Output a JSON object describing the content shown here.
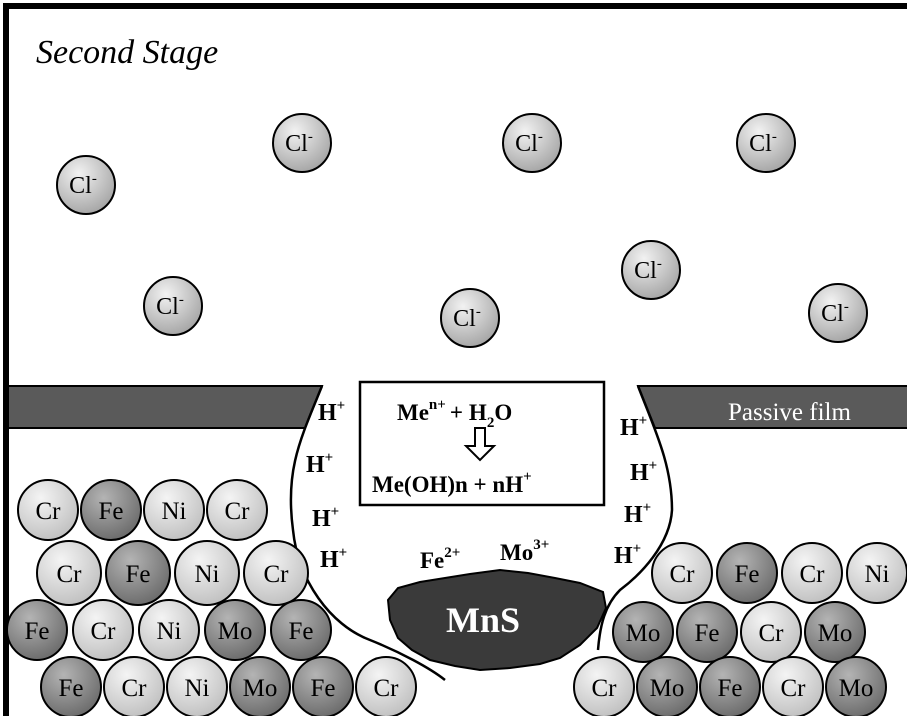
{
  "title": "Second Stage",
  "chloride": {
    "symbol": "Cl",
    "charge": "-"
  },
  "film_label": "Passive film",
  "reaction": {
    "line1": {
      "metal": "Me",
      "charge": "n+",
      "plus": "+",
      "water_h": "H",
      "water_sub": "2",
      "water_o": "O"
    },
    "line2": "Me(OH)n + nH",
    "line2_sup": "+"
  },
  "hydrogen": {
    "symbol": "H",
    "charge": "+"
  },
  "ions": {
    "fe": {
      "symbol": "Fe",
      "charge": "2+"
    },
    "mo": {
      "symbol": "Mo",
      "charge": "3+"
    }
  },
  "inclusion": "MnS",
  "elements": {
    "Cr": "Cr",
    "Fe": "Fe",
    "Ni": "Ni",
    "Mo": "Mo"
  },
  "colors": {
    "film": "#5a5a5a",
    "mns": "#3a3a3a",
    "chloride": "#b8b8b8",
    "cr": "#d4d4d4",
    "ni": "#c8c8c8",
    "fe": "#8c8c8c",
    "mo": "#8c8c8c"
  },
  "metal_rows": {
    "left": [
      [
        "Cr",
        "Fe",
        "Ni",
        "Cr"
      ],
      [
        "Cr",
        "Fe",
        "Ni",
        "Cr"
      ],
      [
        "Fe",
        "Cr",
        "Ni",
        "Mo",
        "Fe"
      ],
      [
        "Fe",
        "Cr",
        "Ni",
        "Mo",
        "Fe",
        "Cr"
      ]
    ],
    "right": [
      [
        "Cr",
        "Fe",
        "Cr",
        "Ni"
      ],
      [
        "Mo",
        "Fe",
        "Cr",
        "Mo"
      ],
      [
        "Cr",
        "Mo",
        "Fe",
        "Cr",
        "Mo"
      ]
    ]
  }
}
